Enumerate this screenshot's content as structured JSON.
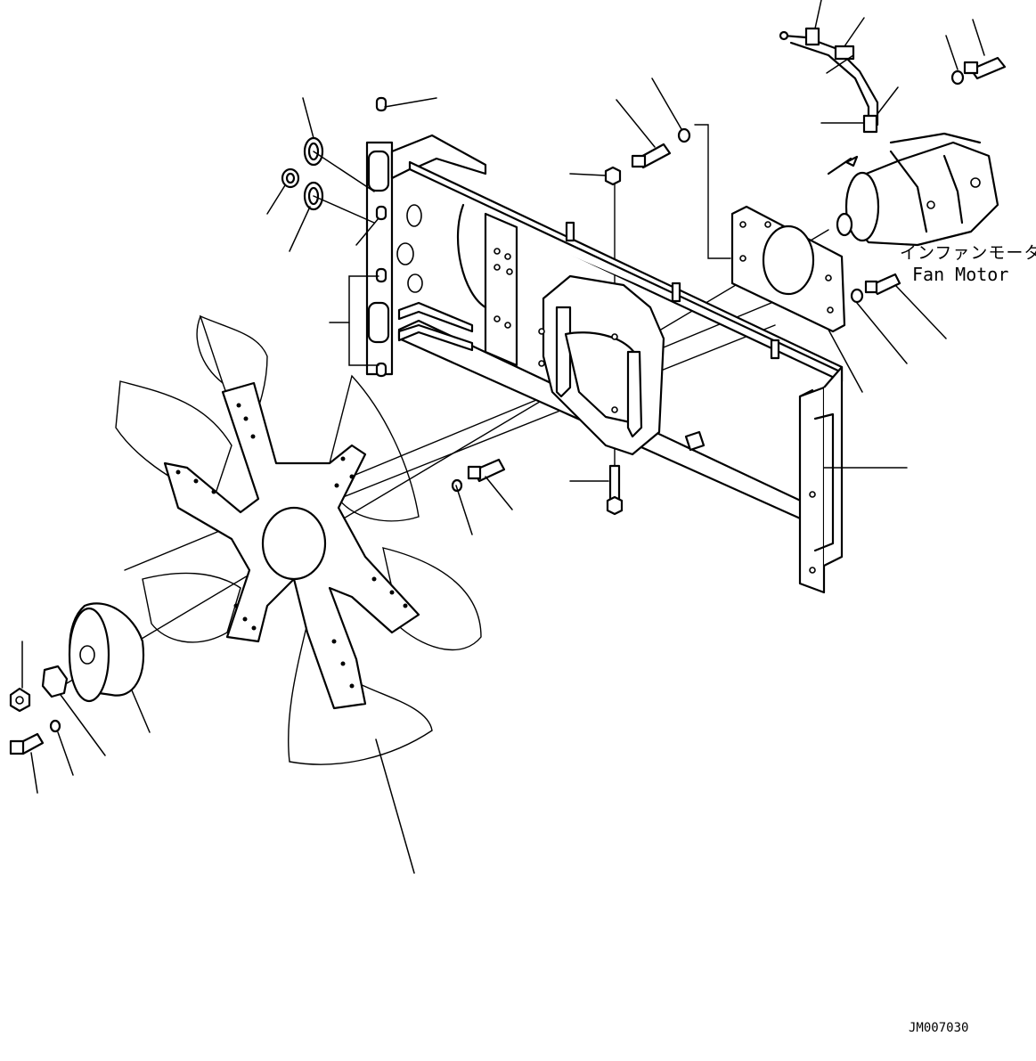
{
  "labels": {
    "fan_motor_jp": "インファンモータ",
    "fan_motor_en": "Fan Motor",
    "drawing_code": "JM007030"
  },
  "colors": {
    "ink": "#000000",
    "paper": "#ffffff"
  }
}
